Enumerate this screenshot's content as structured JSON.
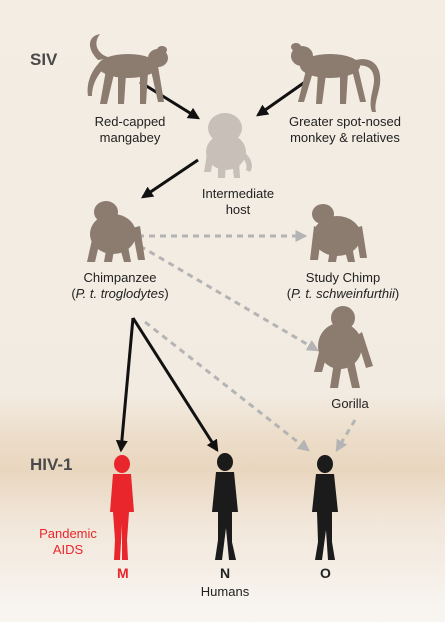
{
  "sections": {
    "siv": "SIV",
    "hiv": "HIV-1"
  },
  "nodes": {
    "mangabey": {
      "line1": "Red-capped",
      "line2": "mangabey"
    },
    "spotnosed": {
      "line1": "Greater spot-nosed",
      "line2": "monkey & relatives"
    },
    "intermediate": {
      "line1": "Intermediate",
      "line2": "host"
    },
    "chimp": {
      "line1": "Chimpanzee",
      "open": "(",
      "species": "P. t. troglodytes",
      "close": ")"
    },
    "studychimp": {
      "line1": "Study Chimp",
      "open": "(",
      "species": "P. t. schweinfurthii",
      "close": ")"
    },
    "gorilla": {
      "line1": "Gorilla"
    }
  },
  "human_groups": {
    "pandemic_line1": "Pandemic",
    "pandemic_line2": "AIDS",
    "m": "M",
    "n": "N",
    "o": "O",
    "humans": "Humans"
  },
  "colors": {
    "animal": "#8c7b6f",
    "intermediate": "#c8c0b8",
    "human": "#1b1b1b",
    "pandemic": "#e8262b",
    "solid_arrow": "#111111",
    "dashed_arrow": "#b4b4b4"
  }
}
